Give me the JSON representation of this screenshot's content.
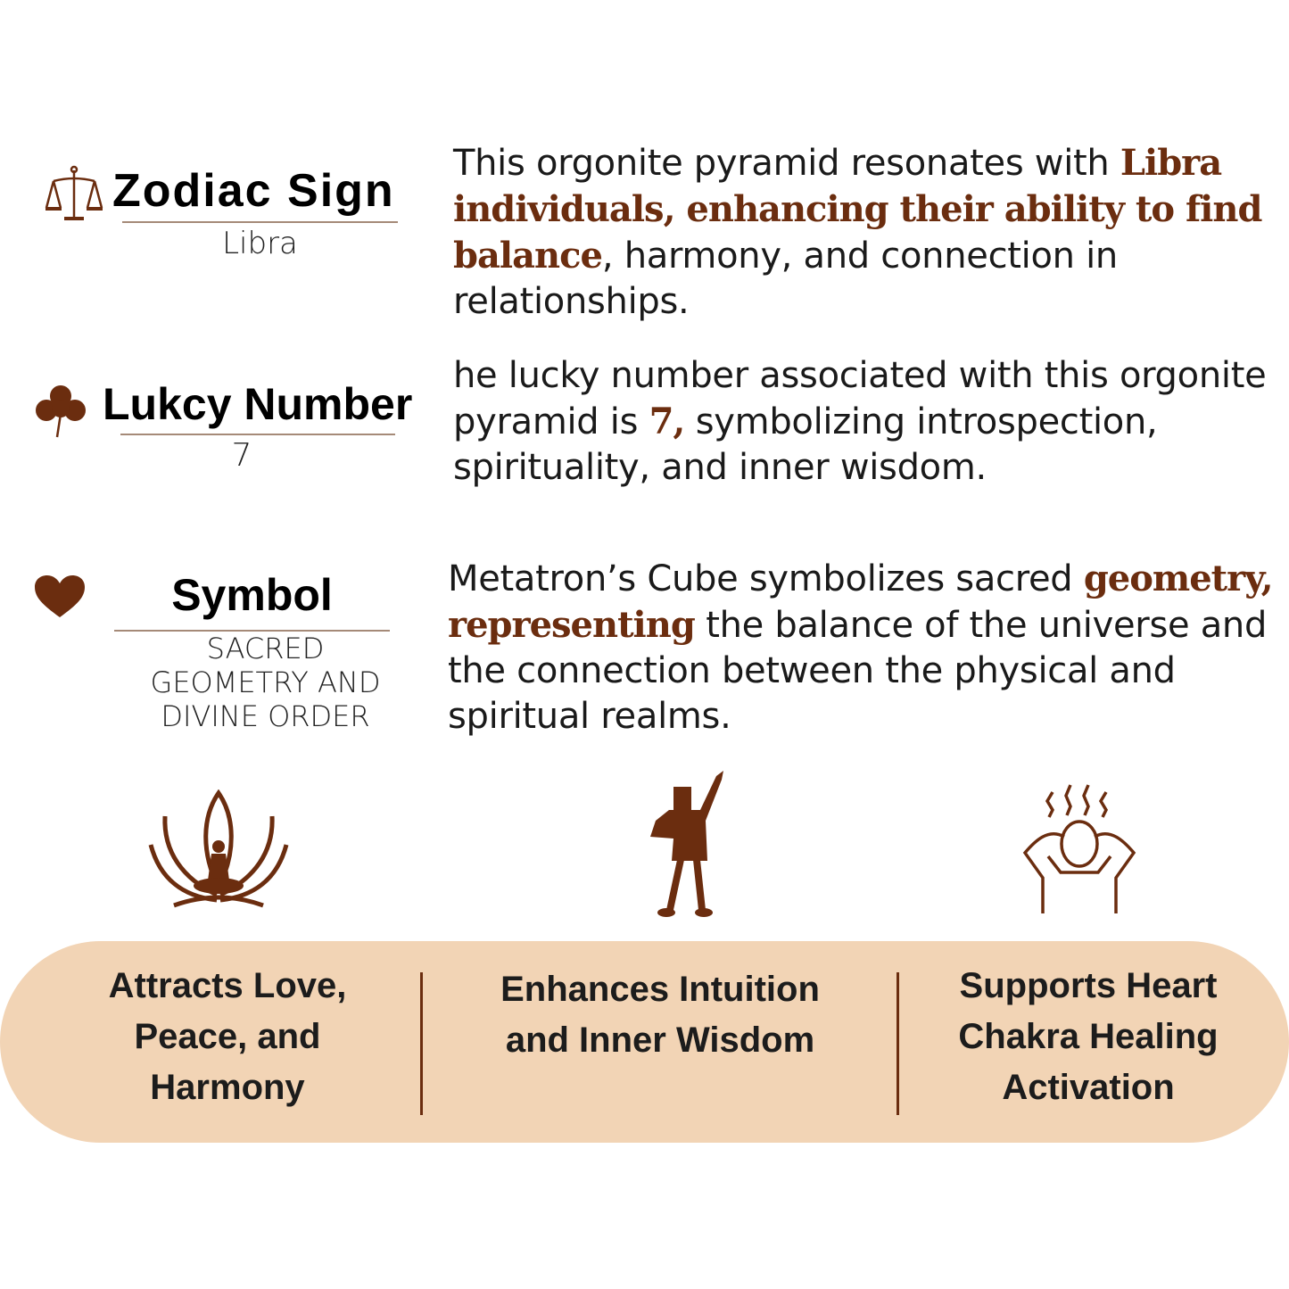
{
  "colors": {
    "accent": "#6b2d0f",
    "pill": "#f2d4b5"
  },
  "zodiac": {
    "icon": "scales-icon",
    "title": "Zodiac Sign",
    "value": "Libra",
    "desc": [
      "This orgonite pyramid resonates with ",
      "Libra individuals, enhancing their ability to find balance",
      ", harmony, and connection in relationships."
    ]
  },
  "lucky": {
    "icon": "clover-icon",
    "title": "Lukcy Number",
    "value": "7",
    "desc": [
      "he lucky number associated with this orgonite pyramid is ",
      "7,",
      " symbolizing introspection, spirituality, and inner wisdom."
    ]
  },
  "symbol": {
    "icon": "heart-icon",
    "title": "Symbol",
    "value": "SACRED GEOMETRY AND DIVINE ORDER",
    "desc": [
      "Metatron’s Cube symbolizes sacred ",
      "geometry, representing",
      " the balance of the universe and the connection between the physical and spiritual realms."
    ]
  },
  "benefits": [
    {
      "icon": "meditation-lotus-icon",
      "label": "Attracts Love, Peace, and Harmony"
    },
    {
      "icon": "raised-fist-person-icon",
      "label": "Enhances Intuition and Inner Wisdom"
    },
    {
      "icon": "head-energy-icon",
      "label": "Supports Heart Chakra Healing Activation"
    }
  ]
}
